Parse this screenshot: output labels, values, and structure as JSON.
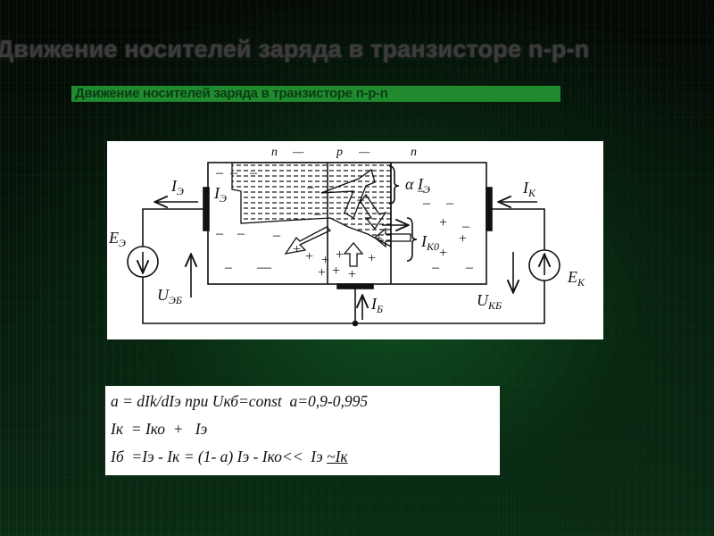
{
  "slide": {
    "title": "Движение носителей заряда в транзисторе n-p-n",
    "subtitle": "Движение носителей заряда в транзисторе n-p-n"
  },
  "diagram": {
    "region_labels": [
      "n",
      "—",
      "p",
      "—",
      "n"
    ],
    "labels": {
      "ie_left": "I",
      "ie_left_sub": "Э",
      "ie_inner": "I",
      "ie_inner_sub": "Э",
      "ee": "E",
      "ee_sub": "Э",
      "ueb": "U",
      "ueb_sub": "ЭБ",
      "alpha_ie": "α I",
      "alpha_ie_sub": "Э",
      "ik0": "I",
      "ik0_sub": "К0",
      "ik": "I",
      "ik_sub": "К",
      "ek": "E",
      "ek_sub": "К",
      "ukb": "U",
      "ukb_sub": "КБ",
      "ib": "I",
      "ib_sub": "Б"
    }
  },
  "formulas": {
    "line1": "a = dIk/dIэ при Uкб=const  a=0,9-0,995",
    "line2": "Iк  = Iко  +   Iэ",
    "line3_a": "Iб  =Iэ - Iк = (1- a) Iэ - Iко<<  Iэ ",
    "line3_b": "~Iк"
  },
  "colors": {
    "background": "#0a0f0a",
    "title_text": "#3c3c3c",
    "subtitle_bar": "#1f8a2e",
    "panel": "#ffffff",
    "ink": "#111111"
  }
}
